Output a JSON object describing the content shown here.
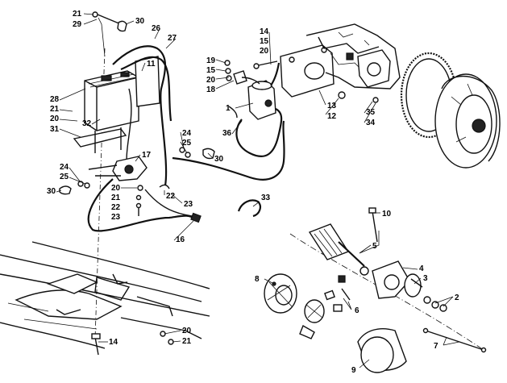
{
  "callouts": [
    {
      "id": "c1",
      "text": "1"
    },
    {
      "id": "c2",
      "text": "2"
    },
    {
      "id": "c3",
      "text": "3"
    },
    {
      "id": "c4",
      "text": "4"
    },
    {
      "id": "c5",
      "text": "5"
    },
    {
      "id": "c6",
      "text": "6"
    },
    {
      "id": "c7",
      "text": "7"
    },
    {
      "id": "c8",
      "text": "8"
    },
    {
      "id": "c9",
      "text": "9"
    },
    {
      "id": "c10",
      "text": "10"
    },
    {
      "id": "c11",
      "text": "11"
    },
    {
      "id": "c12",
      "text": "12"
    },
    {
      "id": "c13",
      "text": "13"
    },
    {
      "id": "c14a",
      "text": "14"
    },
    {
      "id": "c14b",
      "text": "14"
    },
    {
      "id": "c15a",
      "text": "15"
    },
    {
      "id": "c15b",
      "text": "15"
    },
    {
      "id": "c16",
      "text": "16"
    },
    {
      "id": "c17",
      "text": "17"
    },
    {
      "id": "c18",
      "text": "18"
    },
    {
      "id": "c19",
      "text": "19"
    },
    {
      "id": "c20a",
      "text": "20"
    },
    {
      "id": "c20b",
      "text": "20"
    },
    {
      "id": "c20c",
      "text": "20"
    },
    {
      "id": "c20d",
      "text": "20"
    },
    {
      "id": "c20e",
      "text": "20"
    },
    {
      "id": "c21a",
      "text": "21"
    },
    {
      "id": "c21b",
      "text": "21"
    },
    {
      "id": "c21c",
      "text": "21"
    },
    {
      "id": "c21d",
      "text": "21"
    },
    {
      "id": "c22a",
      "text": "22"
    },
    {
      "id": "c22b",
      "text": "22"
    },
    {
      "id": "c23a",
      "text": "23"
    },
    {
      "id": "c23b",
      "text": "23"
    },
    {
      "id": "c24a",
      "text": "24"
    },
    {
      "id": "c24b",
      "text": "24"
    },
    {
      "id": "c25a",
      "text": "25"
    },
    {
      "id": "c25b",
      "text": "25"
    },
    {
      "id": "c26",
      "text": "26"
    },
    {
      "id": "c27",
      "text": "27"
    },
    {
      "id": "c28",
      "text": "28"
    },
    {
      "id": "c29",
      "text": "29"
    },
    {
      "id": "c30a",
      "text": "30"
    },
    {
      "id": "c30b",
      "text": "30"
    },
    {
      "id": "c30c",
      "text": "30"
    },
    {
      "id": "c31",
      "text": "31"
    },
    {
      "id": "c32",
      "text": "32"
    },
    {
      "id": "c33",
      "text": "33"
    },
    {
      "id": "c34",
      "text": "34"
    },
    {
      "id": "c35",
      "text": "35"
    },
    {
      "id": "c36",
      "text": "36"
    }
  ]
}
